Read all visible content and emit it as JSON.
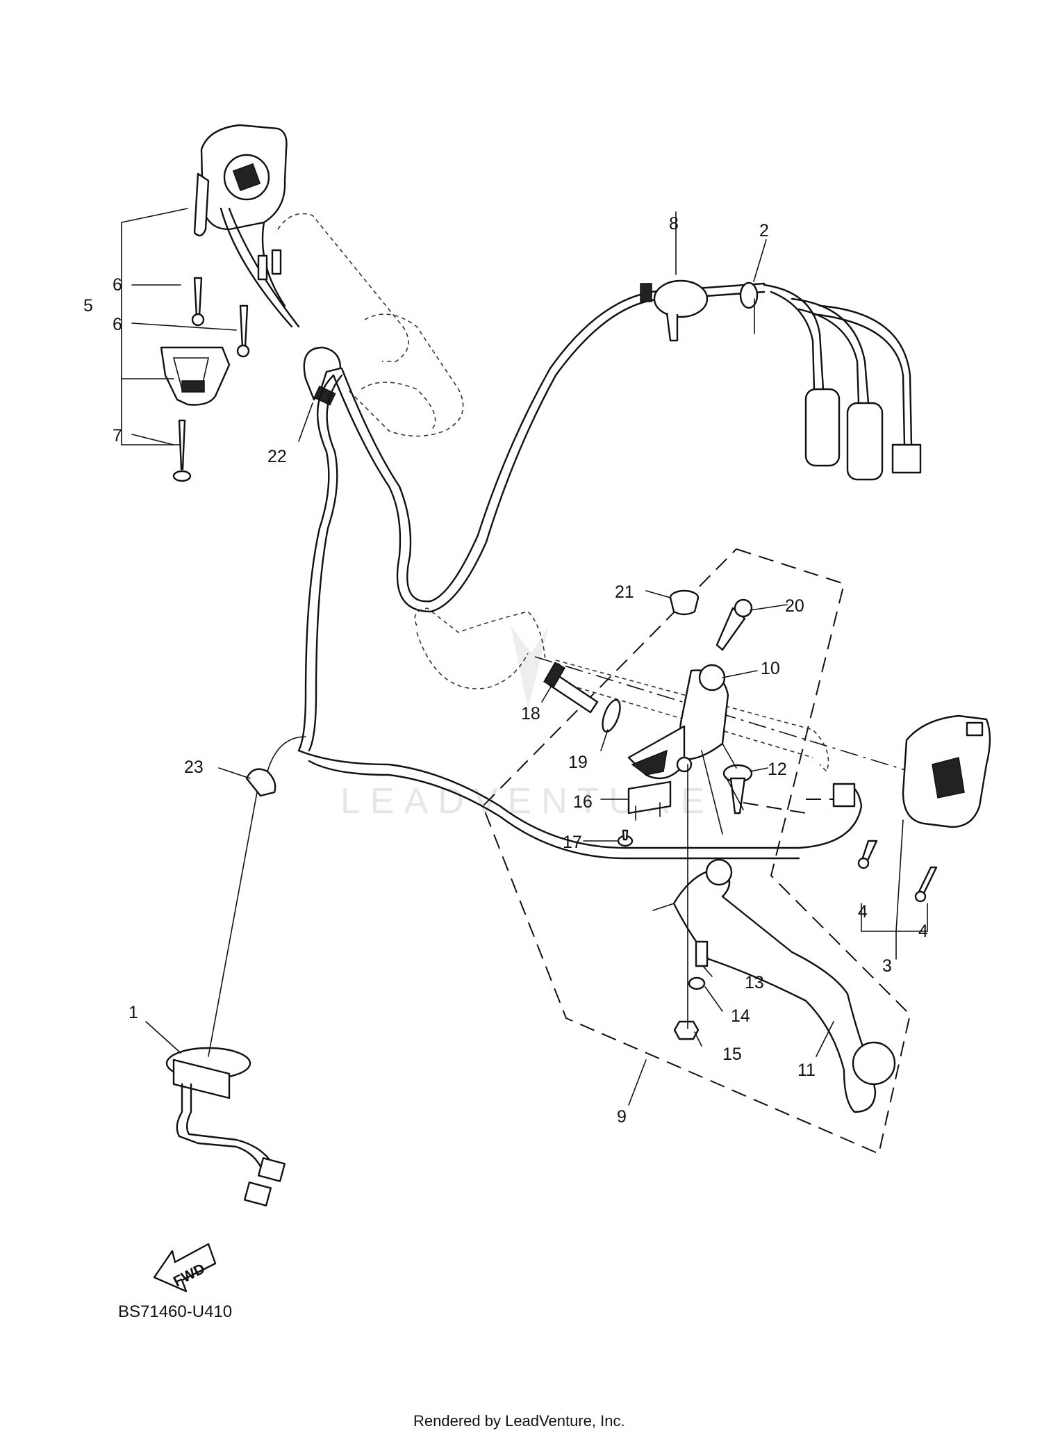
{
  "diagram": {
    "callouts": [
      "1",
      "2",
      "3",
      "4",
      "5",
      "6",
      "7",
      "8",
      "9",
      "10",
      "11",
      "12",
      "13",
      "14",
      "15",
      "16",
      "17",
      "18",
      "19",
      "20",
      "21",
      "22",
      "23"
    ],
    "fwd_label": "FWD",
    "drawing_code": "BS71460-U410",
    "watermark": "LEADVENTURE",
    "footer_credit": "Rendered by LeadVenture, Inc."
  }
}
